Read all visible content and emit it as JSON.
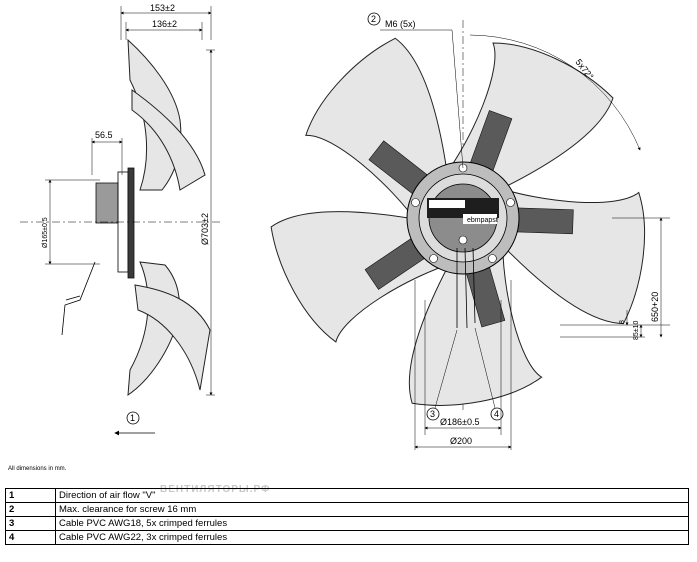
{
  "side_view": {
    "dim_overall_depth": "153±2",
    "dim_depth": "136±2",
    "dim_hub_offset": "56.5",
    "dim_flange_dia": "Ø165±0.5",
    "dim_blade_dia": "Ø703±2"
  },
  "front_view": {
    "mount_thread": "M6 (5x)",
    "angle": "5x72°",
    "dim_8": "8",
    "dim_85": "85±10",
    "dim_650": "650+20",
    "dim_186": "Ø186±0.5",
    "dim_200": "Ø200",
    "label_brand": "ebmpapst"
  },
  "callouts": [
    "1",
    "2",
    "3",
    "4"
  ],
  "note": "All dimensions in mm.",
  "watermark": "ВЕНТИЛЯТОРЫ.РФ",
  "legend": [
    {
      "num": "1",
      "text": "Direction of air flow \"V\""
    },
    {
      "num": "2",
      "text": "Max. clearance for screw 16 mm"
    },
    {
      "num": "3",
      "text": "Cable PVC AWG18, 5x crimped ferrules"
    },
    {
      "num": "4",
      "text": "Cable PVC AWG22, 3x crimped ferrules"
    }
  ]
}
